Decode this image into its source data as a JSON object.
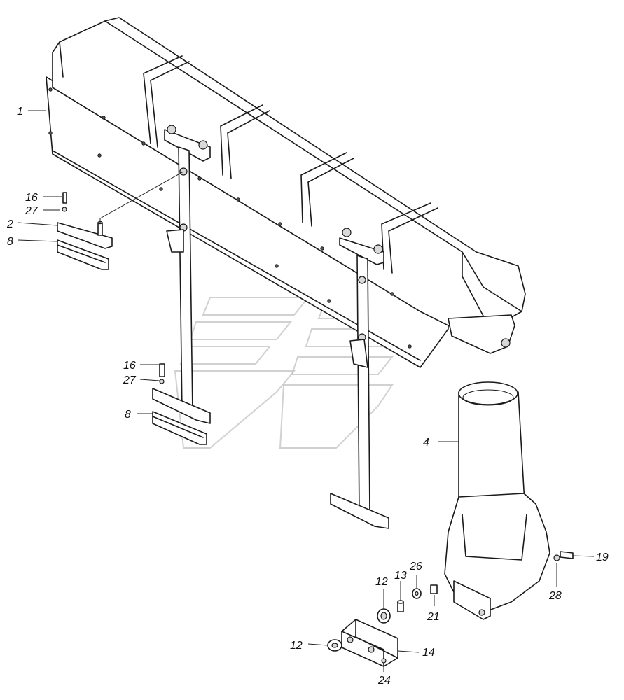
{
  "callouts": {
    "c1": "1",
    "c2": "2",
    "c4": "4",
    "c8a": "8",
    "c8b": "8",
    "c12a": "12",
    "c12b": "12",
    "c13": "13",
    "c14": "14",
    "c16a": "16",
    "c16b": "16",
    "c19": "19",
    "c21": "21",
    "c24": "24",
    "c26": "26",
    "c27a": "27",
    "c27b": "27",
    "c28": "28"
  }
}
